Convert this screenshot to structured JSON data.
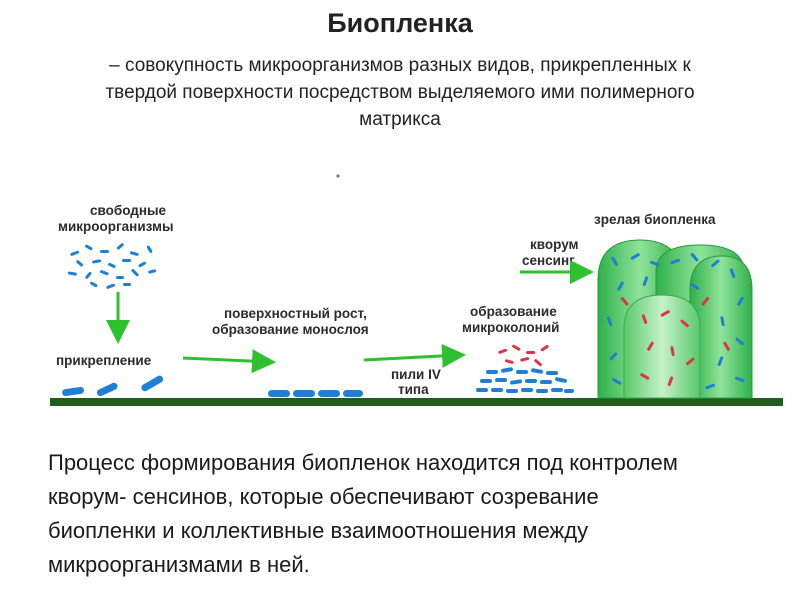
{
  "title": "Биопленка",
  "definition": {
    "line1": "– совокупность микроорганизмов разных видов, прикрепленных к",
    "line2": "твердой поверхности посредством выделяемого ими полимерного",
    "line3": "матрикса"
  },
  "diagram": {
    "stages": {
      "free_line1": "свободные",
      "free_line2": "микроорганизмы",
      "attachment": "прикрепление",
      "growth_line1": "поверхностный рост,",
      "growth_line2": "образование монослоя",
      "pili_line1": "пили IV",
      "pili_line2": "типа",
      "micro_line1": "образование",
      "micro_line2": "микроколоний",
      "quorum_line1": "кворум",
      "quorum_line2": "сенсинг",
      "mature": "зрелая биопленка"
    },
    "colors": {
      "surface": "#1f5e1f",
      "arrow": "#2fc02f",
      "bacteria_blue": "#1e7fd6",
      "bacteria_red": "#d9364a",
      "biofilm_green": "#3cc25a"
    }
  },
  "process": {
    "line1": "Процесс формирования биопленок находится под контролем",
    "line2": "кворум- сенсинов, которые обеспечивают созревание",
    "line3": "биопленки и коллективные взаимоотношения между",
    "line4": "микроорганизмами в ней."
  }
}
